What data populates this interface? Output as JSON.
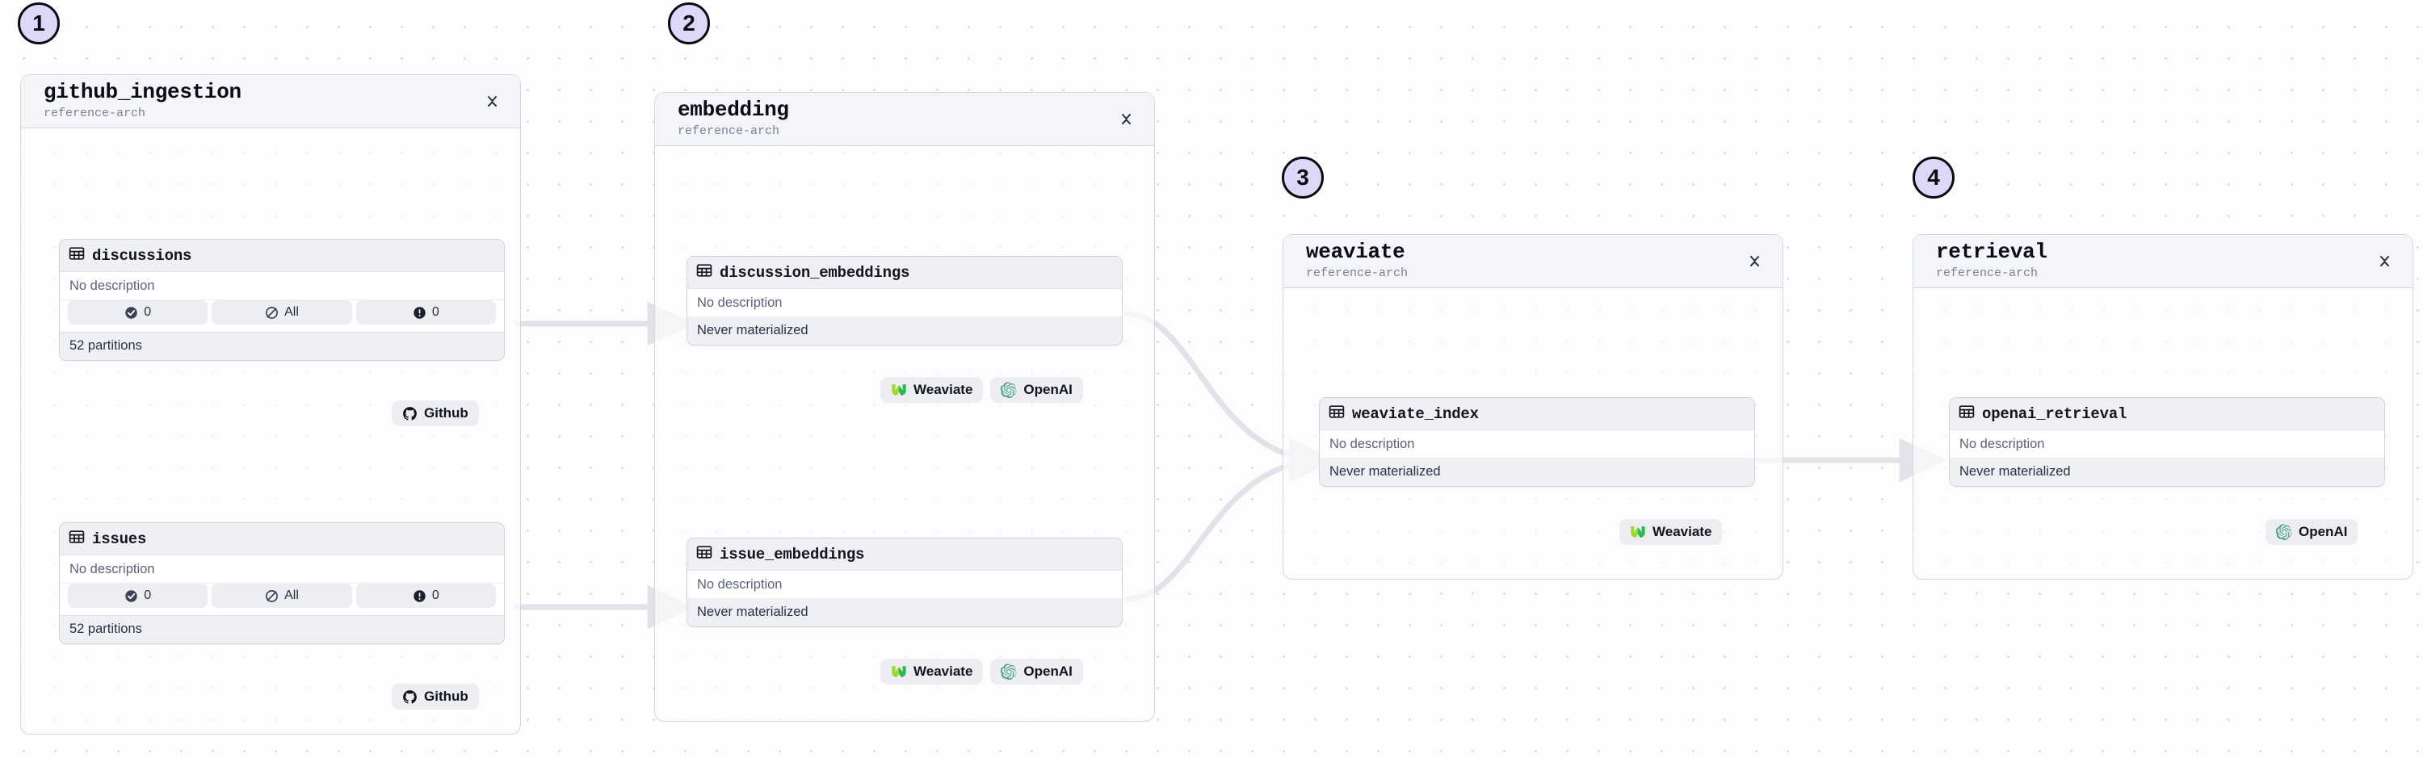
{
  "canvas": {
    "background": "#fdfdfe",
    "grid_dot_color": "#dcdce6",
    "edge_color": "#e2e3ea",
    "badge_fill": "#dcd8f7",
    "badge_border": "#0a0a12"
  },
  "groups": [
    {
      "step": "1",
      "name": "github_ingestion",
      "subtitle": "reference-arch",
      "collapse_icon": "chevron-expand-icon",
      "assets": [
        {
          "title": "discussions",
          "icon": "table-icon",
          "description": "No description",
          "partitions": "52 partitions",
          "badges": [
            {
              "icon": "check-circle-icon",
              "label": "0"
            },
            {
              "icon": "no-freshness-icon",
              "label": "All"
            },
            {
              "icon": "alert-circle-icon",
              "label": "0"
            }
          ],
          "tags": [
            {
              "icon": "github-icon",
              "label": "Github"
            }
          ]
        },
        {
          "title": "issues",
          "icon": "table-icon",
          "description": "No description",
          "partitions": "52 partitions",
          "badges": [
            {
              "icon": "check-circle-icon",
              "label": "0"
            },
            {
              "icon": "no-freshness-icon",
              "label": "All"
            },
            {
              "icon": "alert-circle-icon",
              "label": "0"
            }
          ],
          "tags": [
            {
              "icon": "github-icon",
              "label": "Github"
            }
          ]
        }
      ]
    },
    {
      "step": "2",
      "name": "embedding",
      "subtitle": "reference-arch",
      "collapse_icon": "chevron-expand-icon",
      "assets": [
        {
          "title": "discussion_embeddings",
          "icon": "table-icon",
          "description": "No description",
          "status": "Never materialized",
          "tags": [
            {
              "icon": "weaviate-icon",
              "label": "Weaviate"
            },
            {
              "icon": "openai-icon",
              "label": "OpenAI"
            }
          ]
        },
        {
          "title": "issue_embeddings",
          "icon": "table-icon",
          "description": "No description",
          "status": "Never materialized",
          "tags": [
            {
              "icon": "weaviate-icon",
              "label": "Weaviate"
            },
            {
              "icon": "openai-icon",
              "label": "OpenAI"
            }
          ]
        }
      ]
    },
    {
      "step": "3",
      "name": "weaviate",
      "subtitle": "reference-arch",
      "collapse_icon": "chevron-expand-icon",
      "assets": [
        {
          "title": "weaviate_index",
          "icon": "table-icon",
          "description": "No description",
          "status": "Never materialized",
          "tags": [
            {
              "icon": "weaviate-icon",
              "label": "Weaviate"
            }
          ]
        }
      ]
    },
    {
      "step": "4",
      "name": "retrieval",
      "subtitle": "reference-arch",
      "collapse_icon": "chevron-expand-icon",
      "assets": [
        {
          "title": "openai_retrieval",
          "icon": "table-icon",
          "description": "No description",
          "status": "Never materialized",
          "tags": [
            {
              "icon": "openai-icon",
              "label": "OpenAI"
            }
          ]
        }
      ]
    }
  ]
}
